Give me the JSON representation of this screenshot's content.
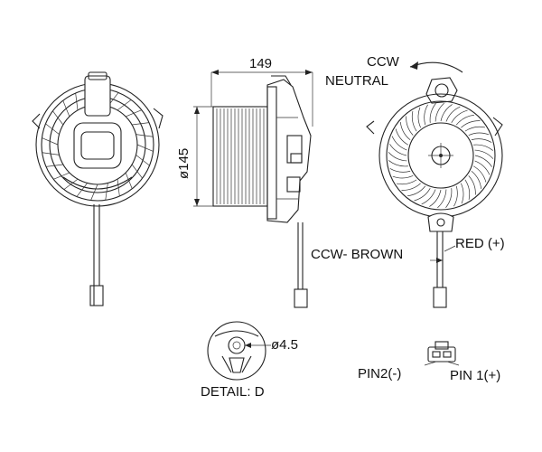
{
  "labels": {
    "width_dim": "149",
    "diameter_dim": "ø145",
    "ccw": "CCW",
    "neutral": "NEUTRAL",
    "ccw_brown": "CCW- BROWN",
    "red_plus": "RED (+)",
    "hole_dim": "ø4.5",
    "detail": "DETAIL: D",
    "pin2": "PIN2(-)",
    "pin1": "PIN 1(+)"
  }
}
